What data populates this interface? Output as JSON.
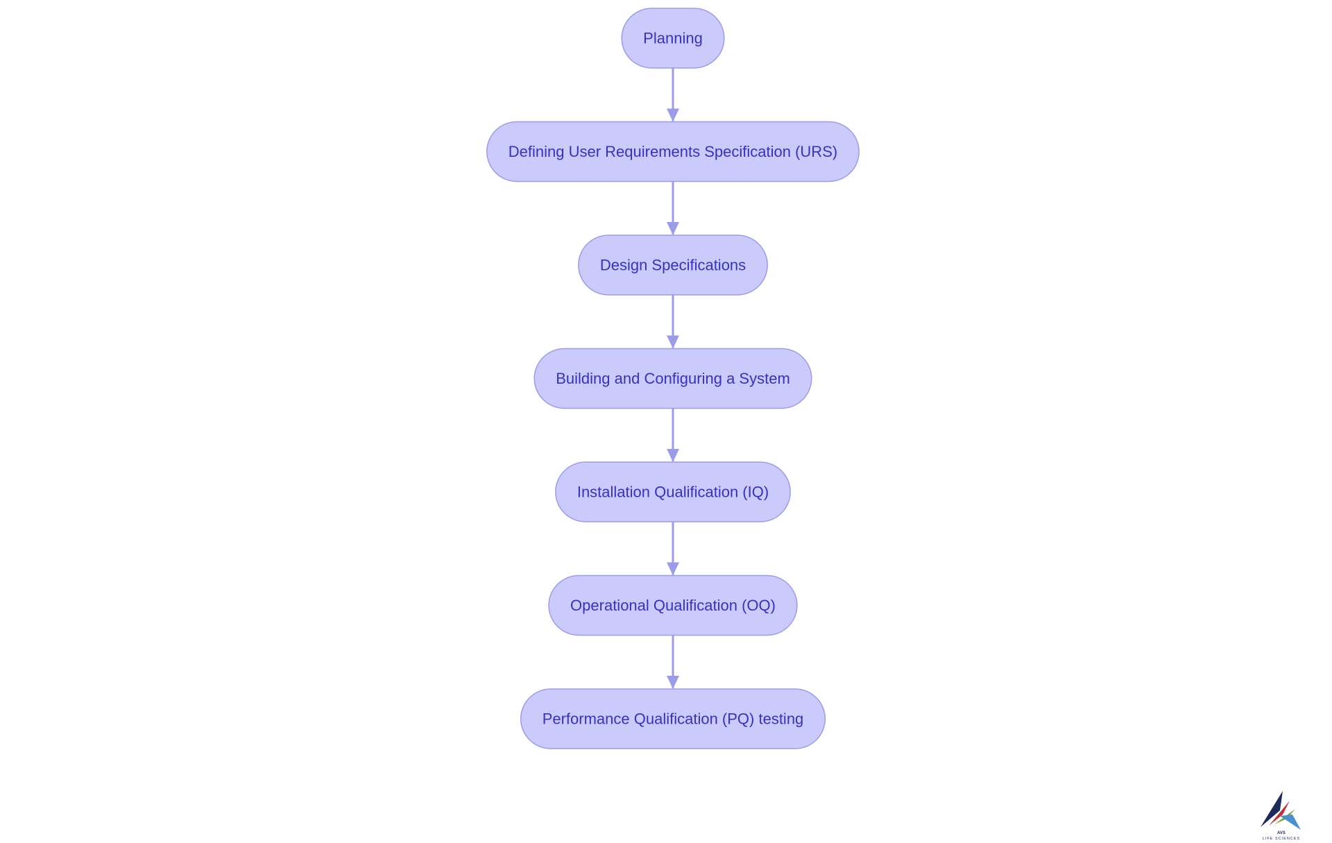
{
  "diagram": {
    "type": "flowchart",
    "direction": "top-to-bottom",
    "nodes": [
      {
        "id": "n1",
        "label": "Planning"
      },
      {
        "id": "n2",
        "label": "Defining User Requirements Specification (URS)"
      },
      {
        "id": "n3",
        "label": "Design Specifications"
      },
      {
        "id": "n4",
        "label": "Building and Configuring a System"
      },
      {
        "id": "n5",
        "label": "Installation Qualification (IQ)"
      },
      {
        "id": "n6",
        "label": "Operational Qualification (OQ)"
      },
      {
        "id": "n7",
        "label": "Performance Qualification (PQ) testing"
      }
    ],
    "edges": [
      {
        "from": "n1",
        "to": "n2"
      },
      {
        "from": "n2",
        "to": "n3"
      },
      {
        "from": "n3",
        "to": "n4"
      },
      {
        "from": "n4",
        "to": "n5"
      },
      {
        "from": "n5",
        "to": "n6"
      },
      {
        "from": "n6",
        "to": "n7"
      }
    ]
  },
  "colors": {
    "node_fill": "#cbcbfb",
    "node_stroke": "#9b9be8",
    "node_text": "#3532c2",
    "edge": "#9b9be8",
    "logo_navy": "#1b2a5a",
    "logo_red": "#c0313a",
    "logo_green": "#7aa83a",
    "logo_blue": "#4a8fd0"
  },
  "logo": {
    "name": "avs-life-sciences-logo",
    "text_top": "AVS",
    "text_bottom": "LIFE SCIENCES"
  }
}
